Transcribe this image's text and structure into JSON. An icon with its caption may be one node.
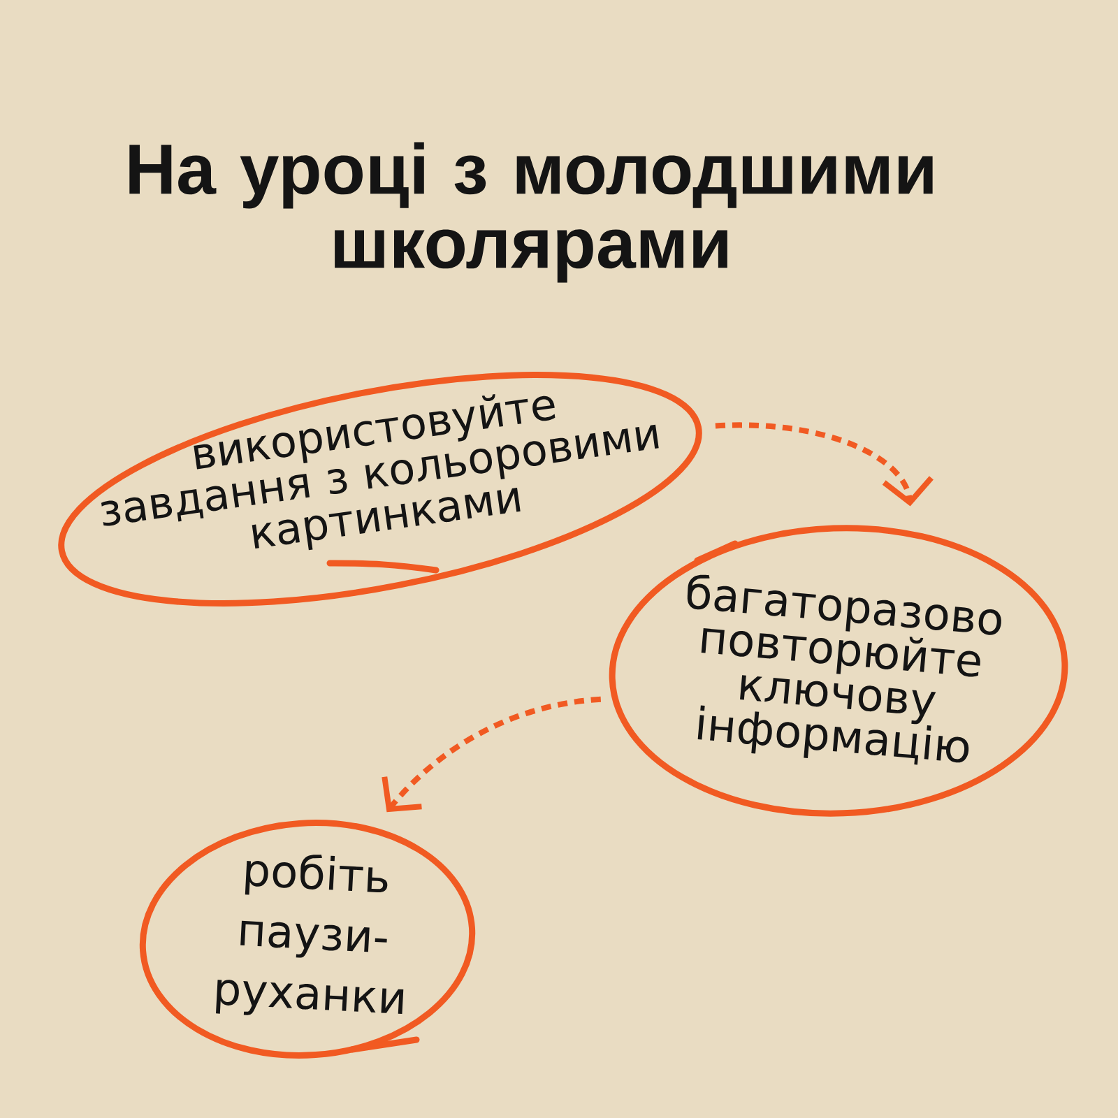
{
  "diagram": {
    "title": "На уроці з молодшими школярами",
    "nodes": [
      {
        "text": [
          "використовуйте завдання з кольоровими картинками"
        ]
      },
      {
        "text": [
          "багаторазово повторюйте ключову інформацію"
        ]
      },
      {
        "text": [
          "робіть паузи-руханки"
        ]
      }
    ],
    "edges": [
      {
        "from": 0,
        "to": 1,
        "arrow": "to",
        "style": "dashed"
      },
      {
        "from": 1,
        "to": 2,
        "arrow": "to",
        "style": "dashed"
      }
    ]
  }
}
